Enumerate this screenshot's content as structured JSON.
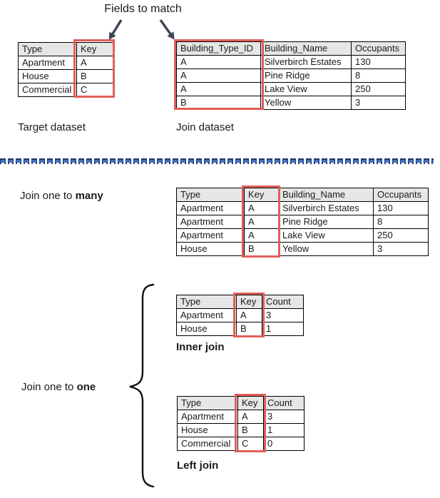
{
  "labels": {
    "fields_to_match": "Fields to match",
    "target_dataset": "Target dataset",
    "join_dataset": "Join dataset",
    "join_one_to_many_prefix": "Join one to ",
    "join_one_to_many_bold": "many",
    "join_one_to_one_prefix": "Join one to ",
    "join_one_to_one_bold": "one",
    "inner_join": "Inner join",
    "left_join": "Left join"
  },
  "tables": {
    "target": {
      "headers": [
        "Type",
        "Key"
      ],
      "rows": [
        [
          "Apartment",
          "A"
        ],
        [
          "House",
          "B"
        ],
        [
          "Commercial",
          "C"
        ]
      ]
    },
    "join": {
      "headers": [
        "Building_Type_ID",
        "Building_Name",
        "Occupants"
      ],
      "rows": [
        [
          "A",
          "Silverbirch Estates",
          "130"
        ],
        [
          "A",
          "Pine Ridge",
          "8"
        ],
        [
          "A",
          "Lake View",
          "250"
        ],
        [
          "B",
          "Yellow",
          "3"
        ]
      ]
    },
    "one_to_many": {
      "headers": [
        "Type",
        "Key",
        "Building_Name",
        "Occupants"
      ],
      "rows": [
        [
          "Apartment",
          "A",
          "Silverbirch Estates",
          "130"
        ],
        [
          "Apartment",
          "A",
          "Pine Ridge",
          "8"
        ],
        [
          "Apartment",
          "A",
          "Lake View",
          "250"
        ],
        [
          "House",
          "B",
          "Yellow",
          "3"
        ]
      ]
    },
    "inner_join": {
      "headers": [
        "Type",
        "Key",
        "Count"
      ],
      "rows": [
        [
          "Apartment",
          "A",
          "3"
        ],
        [
          "House",
          "B",
          "1"
        ]
      ]
    },
    "left_join": {
      "headers": [
        "Type",
        "Key",
        "Count"
      ],
      "rows": [
        [
          "Apartment",
          "A",
          "3"
        ],
        [
          "House",
          "B",
          "1"
        ],
        [
          "Commercial",
          "C",
          "0"
        ]
      ]
    }
  },
  "icons": {
    "arrow_left": "arrow-down-left-icon",
    "arrow_right": "arrow-down-right-icon",
    "brace": "curly-brace-icon"
  },
  "colors": {
    "highlight_red": "#e05f5a",
    "arrow_navy": "#3b4557",
    "divider_dark": "#1f3a68",
    "divider_light": "#4472c4",
    "table_header_grey": "#e7e6e6",
    "table_border": "#000000"
  }
}
